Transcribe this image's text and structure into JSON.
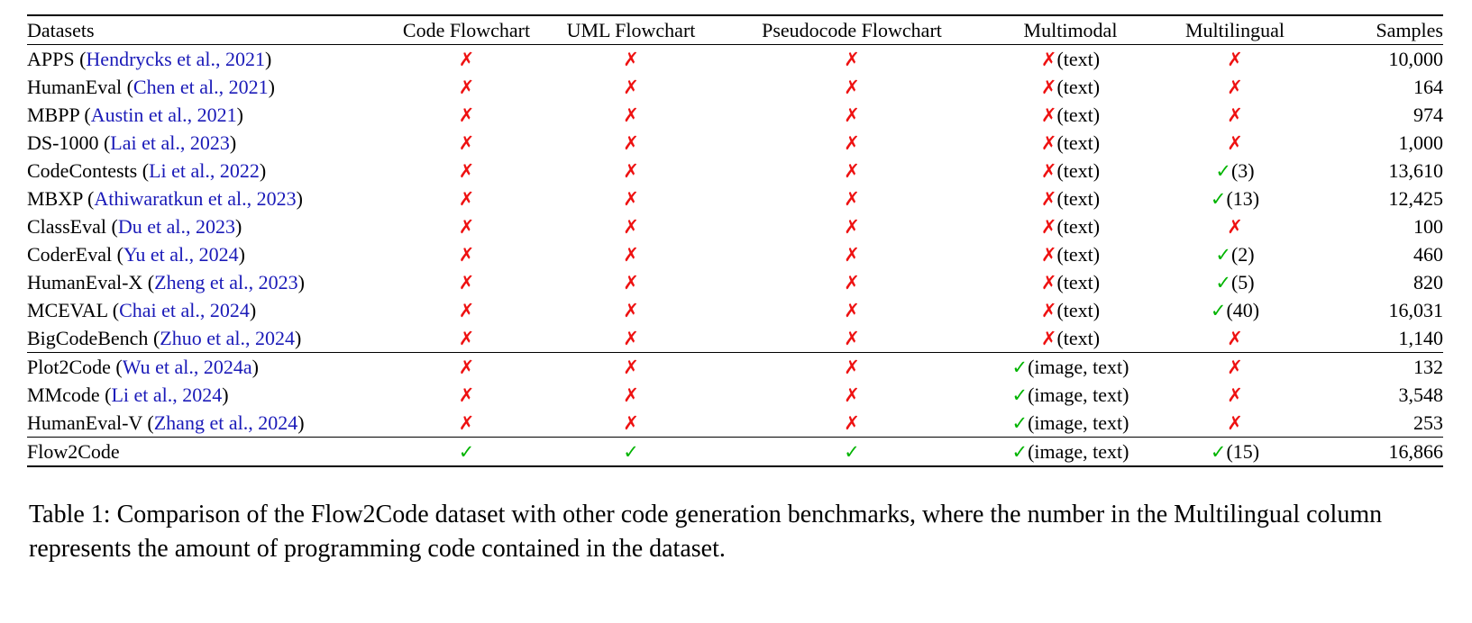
{
  "colors": {
    "cross": "#ee1111",
    "check": "#00b400",
    "citation": "#1a1ab8"
  },
  "icons": {
    "cross": "✗",
    "check": "✓"
  },
  "caption": "Table 1: Comparison of the Flow2Code dataset with other code generation benchmarks, where the number in the Multilingual column represents the amount of programming code contained in the dataset.",
  "table": {
    "columns": [
      "Datasets",
      "Code Flowchart",
      "UML Flowchart",
      "Pseudocode Flowchart",
      "Multimodal",
      "Multilingual",
      "Samples"
    ],
    "groups": [
      {
        "rows": [
          {
            "dataset": "APPS",
            "citation": "Hendrycks et al., 2021",
            "code": {
              "mark": "cross",
              "note": ""
            },
            "uml": {
              "mark": "cross",
              "note": ""
            },
            "pseudo": {
              "mark": "cross",
              "note": ""
            },
            "multimodal": {
              "mark": "cross",
              "note": "(text)"
            },
            "multilingual": {
              "mark": "cross",
              "note": ""
            },
            "samples": "10,000"
          },
          {
            "dataset": "HumanEval",
            "citation": "Chen et al., 2021",
            "code": {
              "mark": "cross",
              "note": ""
            },
            "uml": {
              "mark": "cross",
              "note": ""
            },
            "pseudo": {
              "mark": "cross",
              "note": ""
            },
            "multimodal": {
              "mark": "cross",
              "note": "(text)"
            },
            "multilingual": {
              "mark": "cross",
              "note": ""
            },
            "samples": "164"
          },
          {
            "dataset": "MBPP",
            "citation": "Austin et al., 2021",
            "code": {
              "mark": "cross",
              "note": ""
            },
            "uml": {
              "mark": "cross",
              "note": ""
            },
            "pseudo": {
              "mark": "cross",
              "note": ""
            },
            "multimodal": {
              "mark": "cross",
              "note": "(text)"
            },
            "multilingual": {
              "mark": "cross",
              "note": ""
            },
            "samples": "974"
          },
          {
            "dataset": "DS-1000",
            "citation": "Lai et al., 2023",
            "code": {
              "mark": "cross",
              "note": ""
            },
            "uml": {
              "mark": "cross",
              "note": ""
            },
            "pseudo": {
              "mark": "cross",
              "note": ""
            },
            "multimodal": {
              "mark": "cross",
              "note": "(text)"
            },
            "multilingual": {
              "mark": "cross",
              "note": ""
            },
            "samples": "1,000"
          },
          {
            "dataset": "CodeContests",
            "citation": "Li et al., 2022",
            "code": {
              "mark": "cross",
              "note": ""
            },
            "uml": {
              "mark": "cross",
              "note": ""
            },
            "pseudo": {
              "mark": "cross",
              "note": ""
            },
            "multimodal": {
              "mark": "cross",
              "note": "(text)"
            },
            "multilingual": {
              "mark": "check",
              "note": "(3)"
            },
            "samples": "13,610"
          },
          {
            "dataset": "MBXP",
            "citation": "Athiwaratkun et al., 2023",
            "code": {
              "mark": "cross",
              "note": ""
            },
            "uml": {
              "mark": "cross",
              "note": ""
            },
            "pseudo": {
              "mark": "cross",
              "note": ""
            },
            "multimodal": {
              "mark": "cross",
              "note": "(text)"
            },
            "multilingual": {
              "mark": "check",
              "note": "(13)"
            },
            "samples": "12,425"
          },
          {
            "dataset": "ClassEval",
            "citation": "Du et al., 2023",
            "code": {
              "mark": "cross",
              "note": ""
            },
            "uml": {
              "mark": "cross",
              "note": ""
            },
            "pseudo": {
              "mark": "cross",
              "note": ""
            },
            "multimodal": {
              "mark": "cross",
              "note": "(text)"
            },
            "multilingual": {
              "mark": "cross",
              "note": ""
            },
            "samples": "100"
          },
          {
            "dataset": "CoderEval",
            "citation": "Yu et al., 2024",
            "code": {
              "mark": "cross",
              "note": ""
            },
            "uml": {
              "mark": "cross",
              "note": ""
            },
            "pseudo": {
              "mark": "cross",
              "note": ""
            },
            "multimodal": {
              "mark": "cross",
              "note": "(text)"
            },
            "multilingual": {
              "mark": "check",
              "note": "(2)"
            },
            "samples": "460"
          },
          {
            "dataset": "HumanEval-X",
            "citation": "Zheng et al., 2023",
            "code": {
              "mark": "cross",
              "note": ""
            },
            "uml": {
              "mark": "cross",
              "note": ""
            },
            "pseudo": {
              "mark": "cross",
              "note": ""
            },
            "multimodal": {
              "mark": "cross",
              "note": "(text)"
            },
            "multilingual": {
              "mark": "check",
              "note": "(5)"
            },
            "samples": "820"
          },
          {
            "dataset": "MCEVAL",
            "citation": "Chai et al., 2024",
            "code": {
              "mark": "cross",
              "note": ""
            },
            "uml": {
              "mark": "cross",
              "note": ""
            },
            "pseudo": {
              "mark": "cross",
              "note": ""
            },
            "multimodal": {
              "mark": "cross",
              "note": "(text)"
            },
            "multilingual": {
              "mark": "check",
              "note": "(40)"
            },
            "samples": "16,031"
          },
          {
            "dataset": "BigCodeBench",
            "citation": "Zhuo et al., 2024",
            "code": {
              "mark": "cross",
              "note": ""
            },
            "uml": {
              "mark": "cross",
              "note": ""
            },
            "pseudo": {
              "mark": "cross",
              "note": ""
            },
            "multimodal": {
              "mark": "cross",
              "note": "(text)"
            },
            "multilingual": {
              "mark": "cross",
              "note": ""
            },
            "samples": "1,140"
          }
        ]
      },
      {
        "rows": [
          {
            "dataset": "Plot2Code",
            "citation": "Wu et al., 2024a",
            "code": {
              "mark": "cross",
              "note": ""
            },
            "uml": {
              "mark": "cross",
              "note": ""
            },
            "pseudo": {
              "mark": "cross",
              "note": ""
            },
            "multimodal": {
              "mark": "check",
              "note": "(image, text)"
            },
            "multilingual": {
              "mark": "cross",
              "note": ""
            },
            "samples": "132"
          },
          {
            "dataset": "MMcode",
            "citation": "Li et al., 2024",
            "code": {
              "mark": "cross",
              "note": ""
            },
            "uml": {
              "mark": "cross",
              "note": ""
            },
            "pseudo": {
              "mark": "cross",
              "note": ""
            },
            "multimodal": {
              "mark": "check",
              "note": "(image, text)"
            },
            "multilingual": {
              "mark": "cross",
              "note": ""
            },
            "samples": "3,548"
          },
          {
            "dataset": "HumanEval-V",
            "citation": "Zhang et al., 2024",
            "code": {
              "mark": "cross",
              "note": ""
            },
            "uml": {
              "mark": "cross",
              "note": ""
            },
            "pseudo": {
              "mark": "cross",
              "note": ""
            },
            "multimodal": {
              "mark": "check",
              "note": "(image, text)"
            },
            "multilingual": {
              "mark": "cross",
              "note": ""
            },
            "samples": "253"
          }
        ]
      },
      {
        "rows": [
          {
            "dataset": "Flow2Code",
            "citation": "",
            "code": {
              "mark": "check",
              "note": ""
            },
            "uml": {
              "mark": "check",
              "note": ""
            },
            "pseudo": {
              "mark": "check",
              "note": ""
            },
            "multimodal": {
              "mark": "check",
              "note": "(image, text)"
            },
            "multilingual": {
              "mark": "check",
              "note": "(15)"
            },
            "samples": "16,866"
          }
        ]
      }
    ]
  }
}
